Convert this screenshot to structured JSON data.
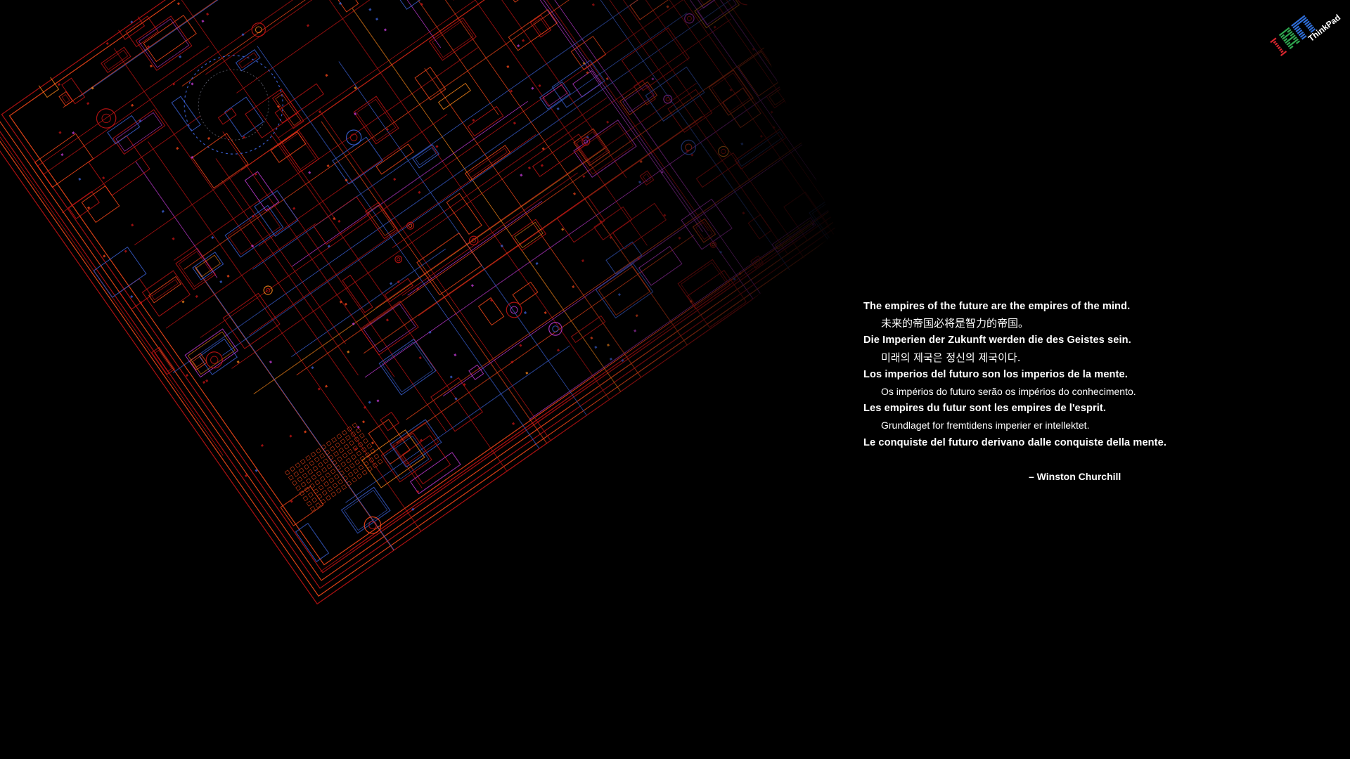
{
  "wallpaper": {
    "background_color": "#000000",
    "artwork": "thinkpad-circuit-blueprint",
    "line_colors": [
      "#c81414",
      "#ff4a1a",
      "#3c64dc",
      "#c83cdc",
      "#ff8a1a"
    ]
  },
  "logo": {
    "brand": "IBM",
    "product": "ThinkPad",
    "letter_colors": [
      "#d8262e",
      "#2fa84f",
      "#2f6ed8"
    ],
    "icon": "ibm-thinkpad-logo"
  },
  "quote": {
    "lines": [
      {
        "text": "The empires of the future are the empires of the mind.",
        "style": "bold"
      },
      {
        "text": "未来的帝国必将是智力的帝国。",
        "style": "translation"
      },
      {
        "text": "Die Imperien der Zukunft werden die des Geistes sein.",
        "style": "bold"
      },
      {
        "text": "미래의 제국은 정신의 제국이다.",
        "style": "translation"
      },
      {
        "text": "Los imperios del futuro son los imperios de la mente.",
        "style": "bold"
      },
      {
        "text": "Os impérios do futuro serão os impérios do conhecimento.",
        "style": "translation"
      },
      {
        "text": "Les empires du futur sont les empires de l'esprit.",
        "style": "bold"
      },
      {
        "text": "Grundlaget for fremtidens imperier er intellektet.",
        "style": "translation"
      },
      {
        "text": "Le conquiste del futuro derivano dalle conquiste della mente.",
        "style": "bold"
      }
    ],
    "attribution": "– Winston Churchill"
  }
}
